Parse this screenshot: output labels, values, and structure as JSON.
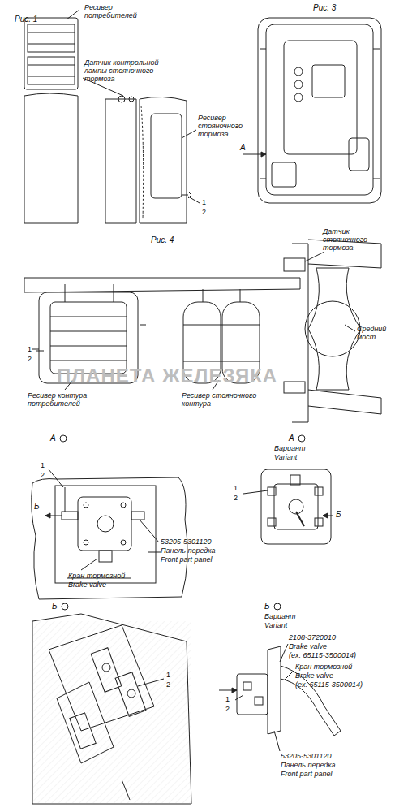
{
  "diagram": {
    "labels": [
      "Рис. 1",
      "Ресивер потребителей",
      "Датчик контрольной лампы стояночного тормоза",
      "Ресивер стояночного тормоза",
      "1",
      "2",
      "Рис. 3",
      "А",
      "Рис. 4",
      "Датчик стояночного тормоза",
      "Средний мост",
      "1",
      "2",
      "Ресивер контура потребителей",
      "Ресивер стояночного контура",
      "ПЛАНЕТА ЖЕЛЕЗЯКА",
      "А",
      "1",
      "2",
      "Б",
      "53205-5301120",
      "Панель передка",
      "Front part panel",
      "Кран тормозной",
      "Brake valve",
      "А",
      "Вариант",
      "Variant",
      "1",
      "2",
      "Б",
      "Б",
      "1",
      "2",
      "Б",
      "Вариант",
      "Variant",
      "2108-3720010",
      "Brake valve",
      "(ex. 65115-3500014)",
      "Кран тормозной",
      "Brake valve",
      "(ex. 65115-3500014)",
      "1",
      "2",
      "53205-5301120",
      "Панель передка",
      "Front part panel"
    ]
  }
}
